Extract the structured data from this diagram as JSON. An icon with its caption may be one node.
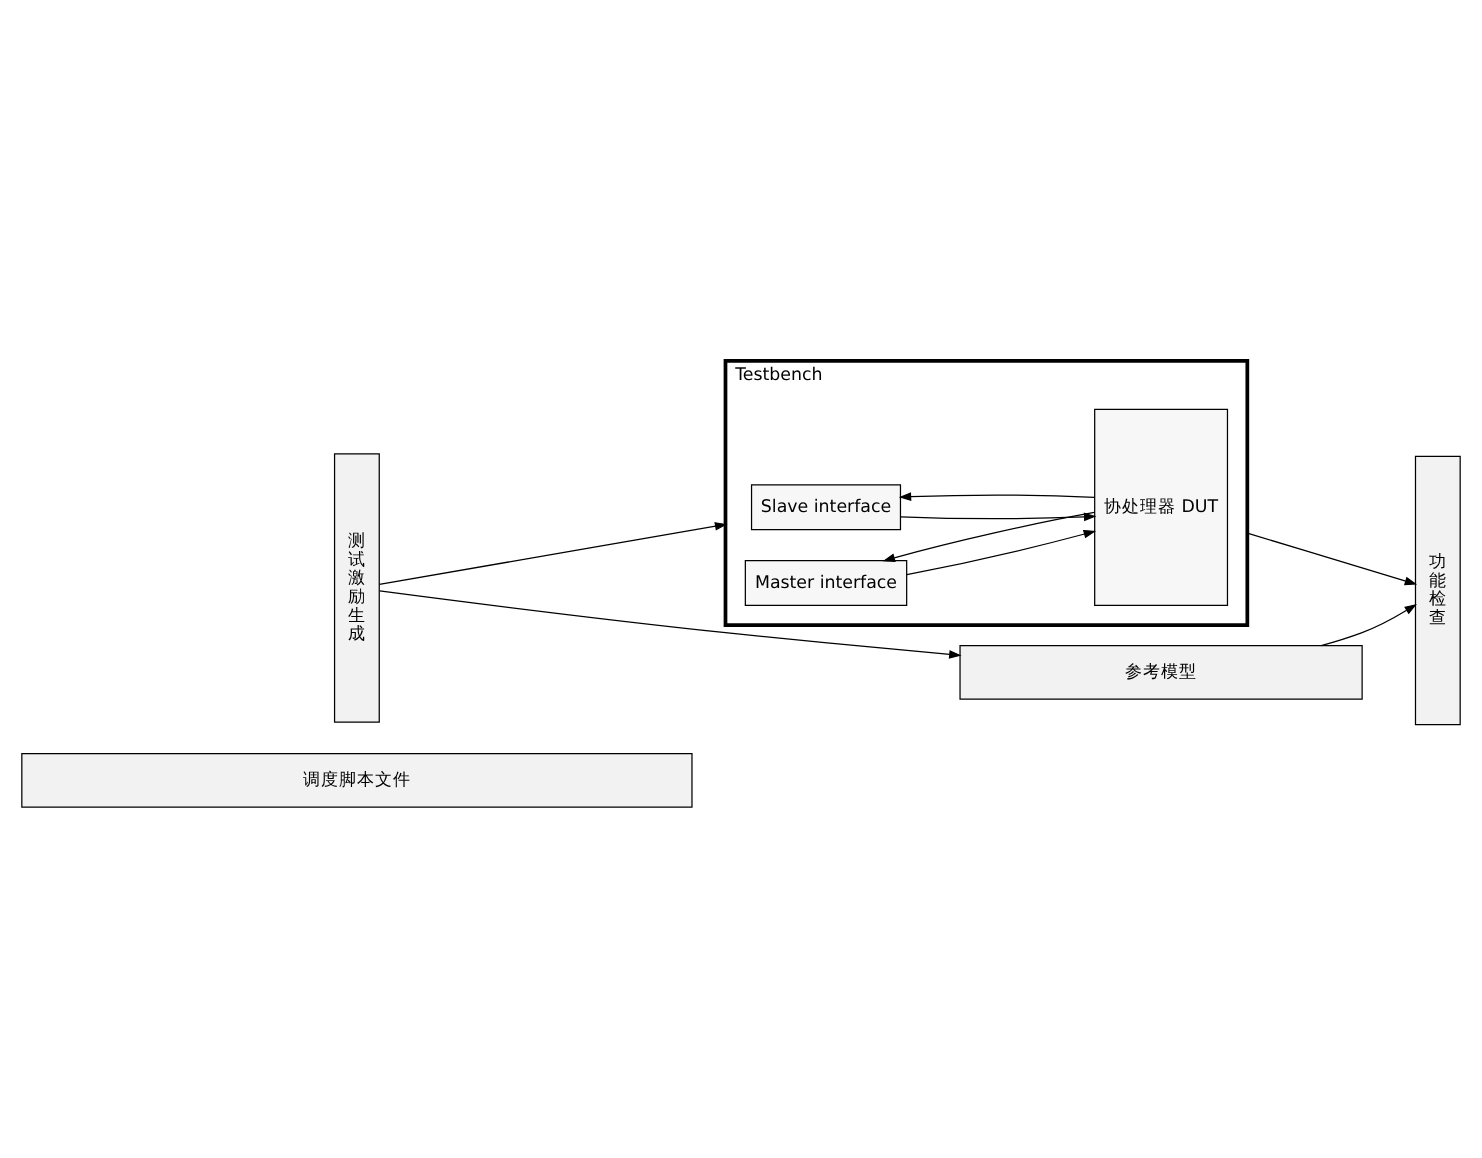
{
  "diagram": {
    "nodes": [
      {
        "text": [
          "测试激励生成"
        ]
      },
      {
        "text": [
          "Testbench"
        ]
      },
      {
        "text": [
          "Slave interface"
        ],
        "in": 1
      },
      {
        "text": [
          "Master interface"
        ],
        "in": 1
      },
      {
        "text": [
          "协处理器 DUT"
        ],
        "in": 1
      },
      {
        "text": [
          "功能检查"
        ]
      },
      {
        "text": [
          "参考模型"
        ]
      },
      {
        "text": [
          "调度脚本文件"
        ]
      }
    ],
    "edges": [
      {
        "from": 0,
        "to": 1,
        "arrow": "to"
      },
      {
        "from": 0,
        "to": 6,
        "arrow": "to"
      },
      {
        "from": 4,
        "to": 2,
        "arrow": "to"
      },
      {
        "from": 2,
        "to": 4,
        "arrow": "to"
      },
      {
        "from": 4,
        "to": 3,
        "arrow": "to"
      },
      {
        "from": 3,
        "to": 4,
        "arrow": "to"
      },
      {
        "from": 1,
        "to": 5,
        "arrow": "to"
      },
      {
        "from": 6,
        "to": 5,
        "arrow": "to"
      }
    ]
  }
}
